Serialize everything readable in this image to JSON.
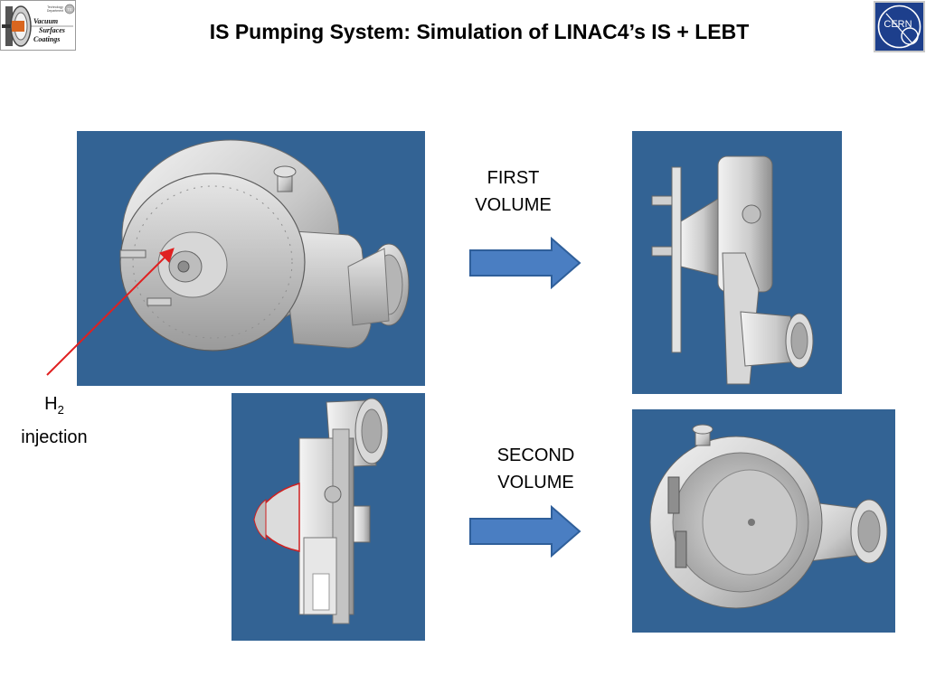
{
  "slide": {
    "title": "IS Pumping System: Simulation of LINAC4’s IS + LEBT"
  },
  "logos": {
    "left": {
      "line1": "Technology",
      "line2": "Department",
      "word1": "Vacuum",
      "word2": "Surfaces",
      "word3": "Coatings",
      "badge": "TE"
    },
    "right": {
      "text": "CERN"
    }
  },
  "annotations": {
    "first_volume": {
      "line1": "FIRST",
      "line2": "VOLUME"
    },
    "second_volume": {
      "line1": "SECOND",
      "line2": "VOLUME"
    },
    "injection": {
      "element": "H",
      "subscript": "2",
      "line2": "injection"
    }
  },
  "colors": {
    "panel_bg": "#336394",
    "arrow_fill": "#4a7ec2",
    "arrow_stroke": "#2f5f9a",
    "pointer": "#e02020",
    "cern_blue": "#1d3f8c"
  }
}
